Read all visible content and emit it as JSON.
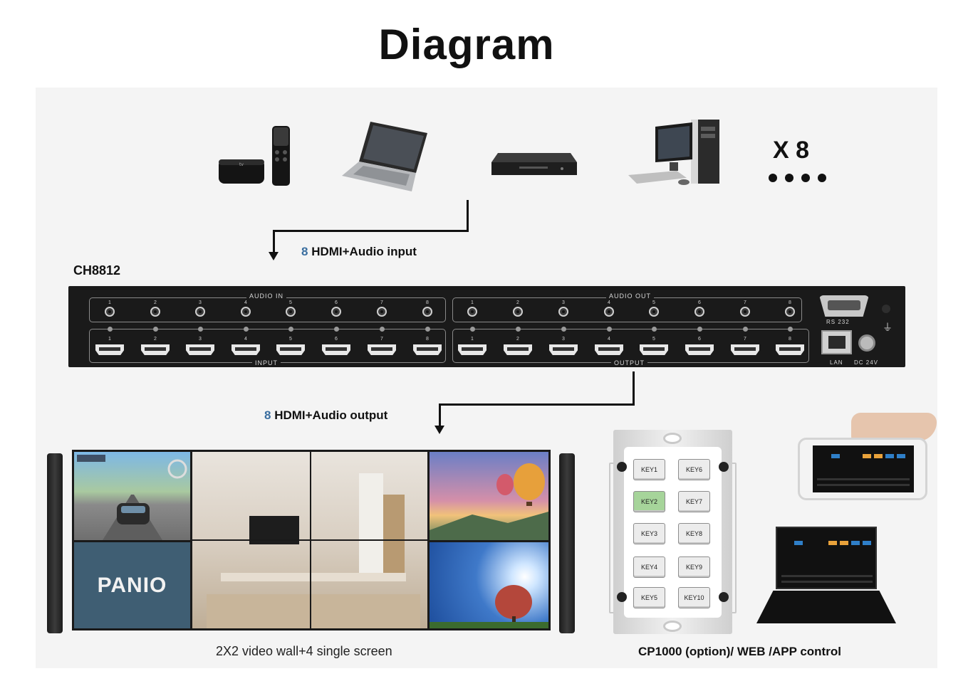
{
  "title": "Diagram",
  "devices": {
    "multiplier": "X 8",
    "apple_tv_caption": "tv"
  },
  "input_label": {
    "count": "8",
    "text": " HDMI+Audio input"
  },
  "output_label": {
    "count": "8",
    "text": " HDMI+Audio output"
  },
  "matrix": {
    "model": "CH8812",
    "audio_in": "AUDIO IN",
    "audio_out": "AUDIO OUT",
    "input": "INPUT",
    "output": "OUTPUT",
    "rs232": "RS 232",
    "lan": "LAN",
    "dc": "DC 24V",
    "port_numbers": [
      "1",
      "2",
      "3",
      "4",
      "5",
      "6",
      "7",
      "8"
    ]
  },
  "video_wall": {
    "brand": "PANIO",
    "caption": "2X2 video wall+4 single screen"
  },
  "control": {
    "caption": "CP1000 (option)/ WEB /APP control",
    "keys_left": [
      "KEY1",
      "KEY2",
      "KEY3",
      "KEY4",
      "KEY5"
    ],
    "keys_right": [
      "KEY6",
      "KEY7",
      "KEY8",
      "KEY9",
      "KEY10"
    ],
    "active_key": "KEY2"
  }
}
